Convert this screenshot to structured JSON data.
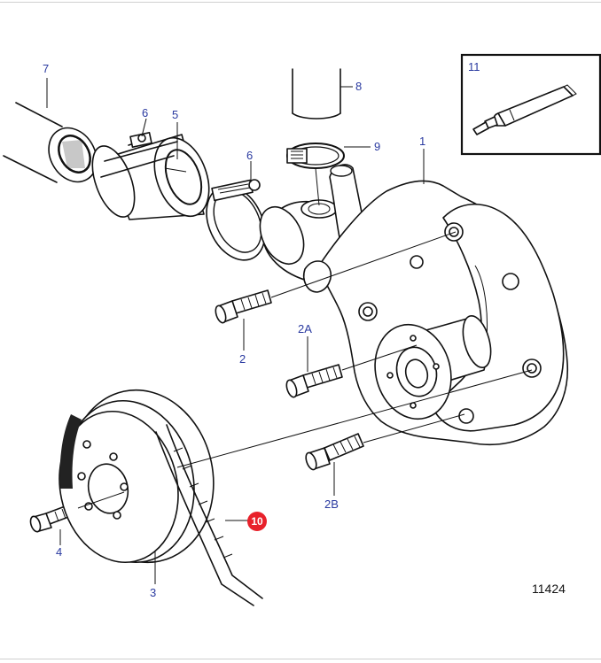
{
  "figure_number": "11424",
  "callouts": {
    "c1": "1",
    "c2": "2",
    "c2a": "2A",
    "c2b": "2B",
    "c3": "3",
    "c4": "4",
    "c5": "5",
    "c6a": "6",
    "c6b": "6",
    "c7": "7",
    "c8": "8",
    "c9": "9",
    "c10": "10",
    "c11": "11"
  },
  "colors": {
    "callout_text": "#2a3aa0",
    "highlight_badge": "#e8212b",
    "line_art": "#111111"
  }
}
